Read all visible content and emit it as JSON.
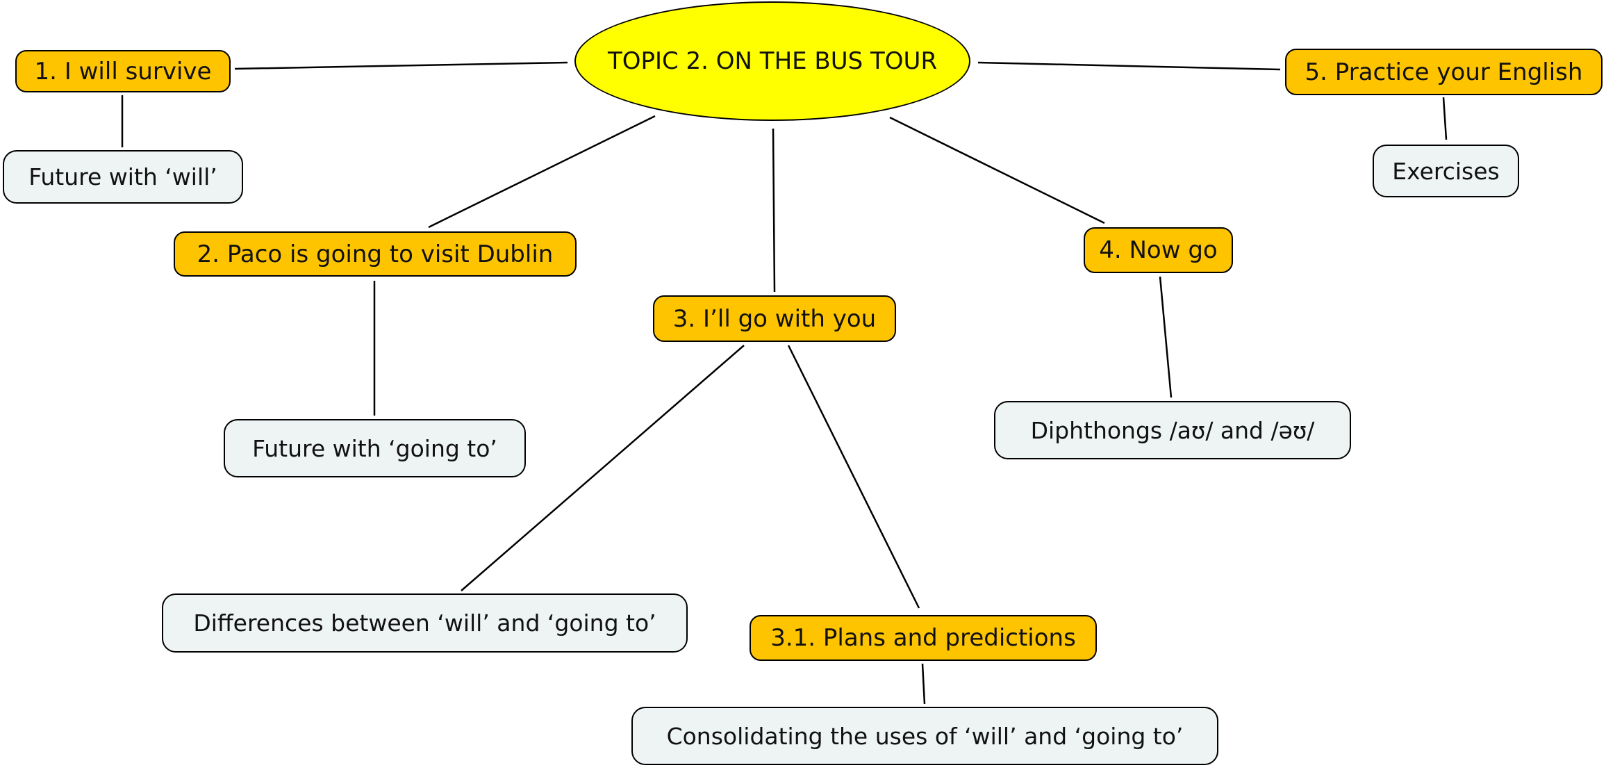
{
  "colors": {
    "root_fill": "#ffff00",
    "topic_fill": "#ffc400",
    "concept_fill": "#eef3f4",
    "line": "#000000"
  },
  "root": {
    "label": "TOPIC 2. ON THE BUS TOUR"
  },
  "topics": {
    "t1": {
      "label": "1. I will survive"
    },
    "t2": {
      "label": "2. Paco is going to visit Dublin"
    },
    "t3": {
      "label": "3. I’ll go with you"
    },
    "t31": {
      "label": "3.1. Plans and predictions"
    },
    "t4": {
      "label": "4. Now go"
    },
    "t5": {
      "label": "5. Practice your English"
    }
  },
  "concepts": {
    "c1": {
      "label": "Future with ‘will’"
    },
    "c2": {
      "label": "Future with ‘going to’"
    },
    "c3": {
      "label": "Differences between ‘will’ and ‘going to’"
    },
    "c31": {
      "label": "Consolidating the uses of ‘will’ and ‘going to’"
    },
    "c4": {
      "label": "Diphthongs /aʊ/ and /əʊ/"
    },
    "c5": {
      "label": "Exercises"
    }
  }
}
